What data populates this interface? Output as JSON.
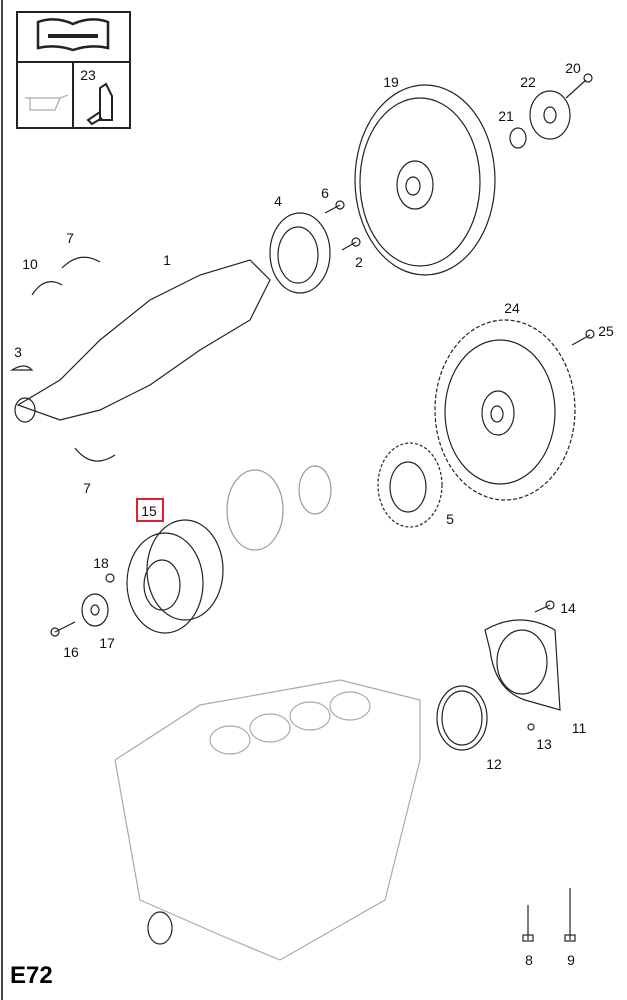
{
  "diagram_code": "E72",
  "legend_box": {
    "part_label": "23",
    "icons": [
      "manual-wrench-icon",
      "oil-can-icon",
      "sealant-tube-icon"
    ]
  },
  "highlighted_part": "15",
  "highlight_color": "#e0202a",
  "labels": [
    "19",
    "20",
    "22",
    "21",
    "6",
    "4",
    "2",
    "1",
    "7",
    "10",
    "3",
    "7",
    "24",
    "25",
    "5",
    "15",
    "18",
    "16",
    "17",
    "14",
    "11",
    "13",
    "12",
    "8",
    "9"
  ]
}
